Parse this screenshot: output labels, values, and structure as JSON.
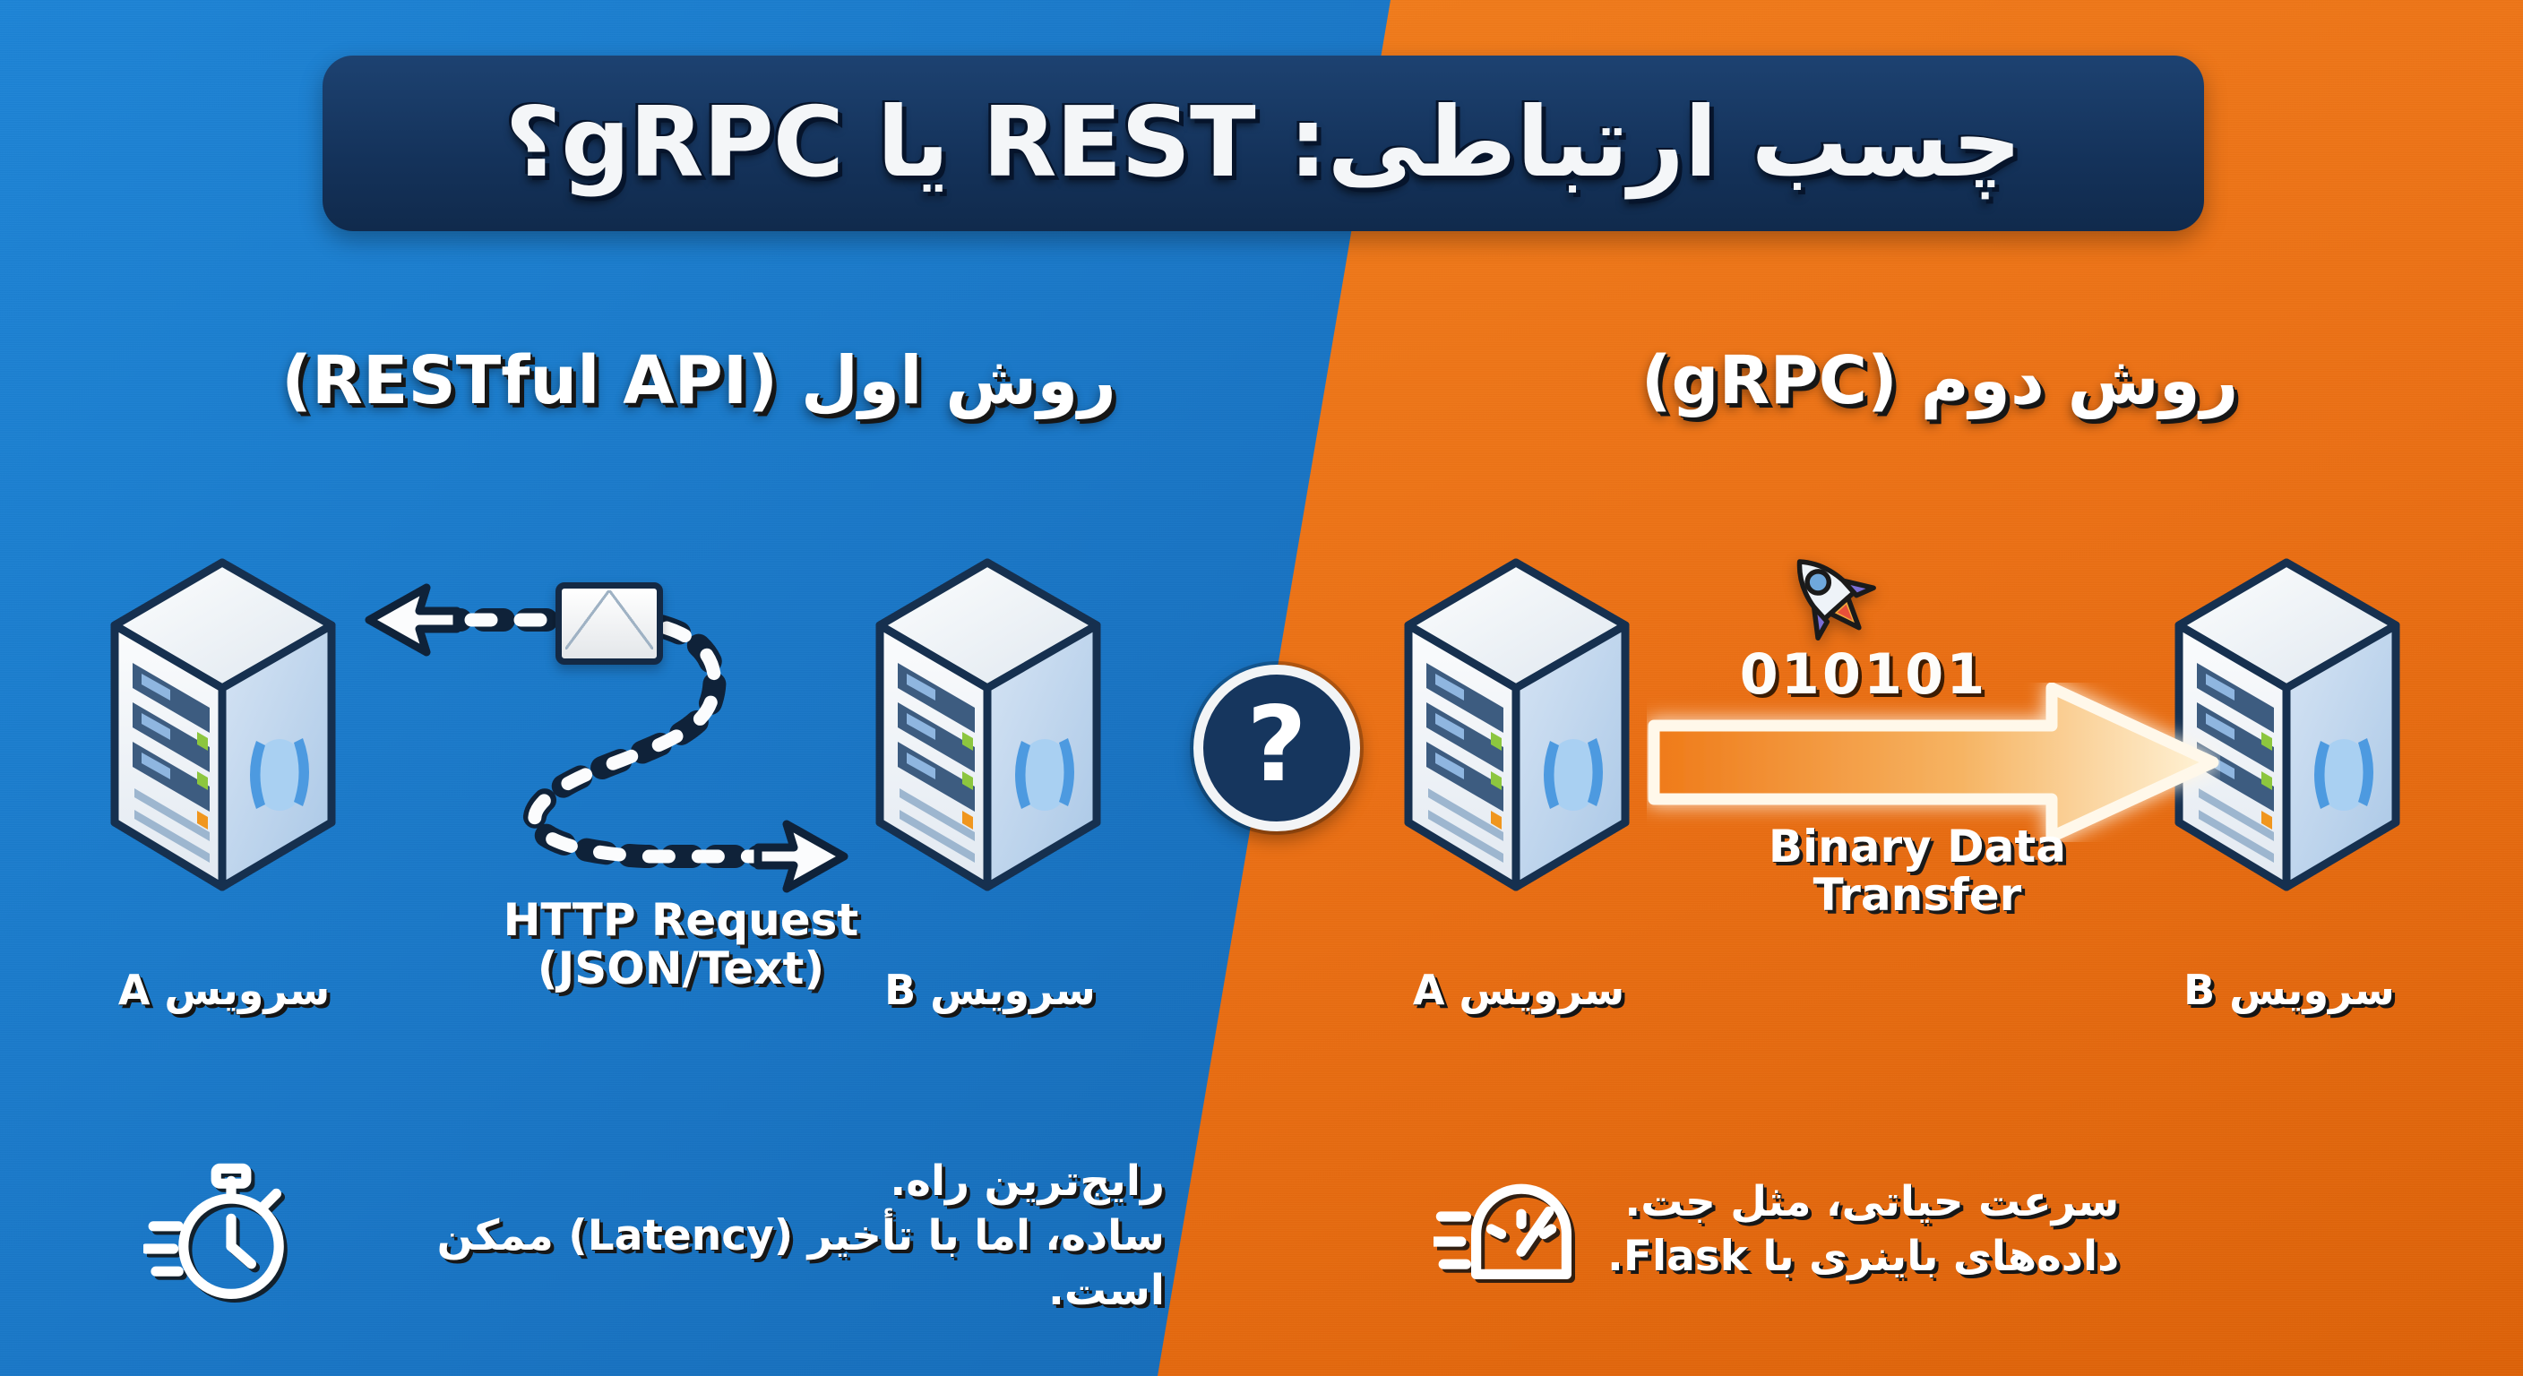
{
  "theme": {
    "blue": "#1874C4",
    "orange": "#EC7014",
    "navy": "#16365E",
    "white": "#FFFFFF",
    "led_green": "#8CC63F",
    "led_orange": "#F0961E"
  },
  "header": {
    "title": "چسب ارتباطی: REST یا gRPC؟"
  },
  "columns": {
    "left": {
      "heading": "روش اول (RESTful API)",
      "service_a_label": "سرویس A",
      "service_b_label": "سرویس B",
      "flow_caption": "HTTP Request\n(JSON/Text)",
      "envelope_icon": "envelope-icon",
      "path_icon": "dashed-curved-arrow-icon",
      "footer_icon": "stopwatch-icon",
      "footer_text": "رایج‌ترین راه.\nساده، اما با تأخیر (Latency) ممکن است."
    },
    "right": {
      "heading": "روش دوم (gRPC)",
      "service_a_label": "سرویس A",
      "service_b_label": "سرویس B",
      "binary_digits": "010101",
      "flow_caption": "Binary Data\nTransfer",
      "rocket_icon": "rocket-icon",
      "arrow_icon": "glowing-right-arrow-icon",
      "footer_icon": "speedometer-icon",
      "footer_text": "سرعت حیاتی، مثل جت.\nداده‌های باینری با Flask."
    }
  },
  "center": {
    "badge_symbol": "؟",
    "badge_icon": "question-mark-badge-icon"
  },
  "servers": {
    "icon": "server-tower-icon",
    "leds": [
      "green",
      "green",
      "orange"
    ],
    "face_logo": "code-braces-icon"
  }
}
